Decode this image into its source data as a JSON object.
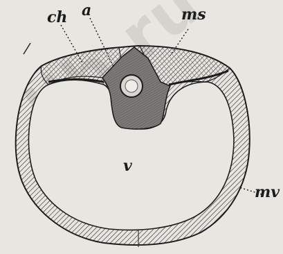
{
  "figure": {
    "labels": {
      "ch": "ch",
      "a": "a",
      "ms": "ms",
      "v": "v",
      "mv": "mv"
    },
    "watermark": "lib.ru"
  },
  "colors": {
    "paper": "#e8e6e1",
    "ink": "#1c1c1c",
    "hatch": "#3a3a3a",
    "center": "#7d7b78",
    "light_hatch": "#bdbab5"
  }
}
